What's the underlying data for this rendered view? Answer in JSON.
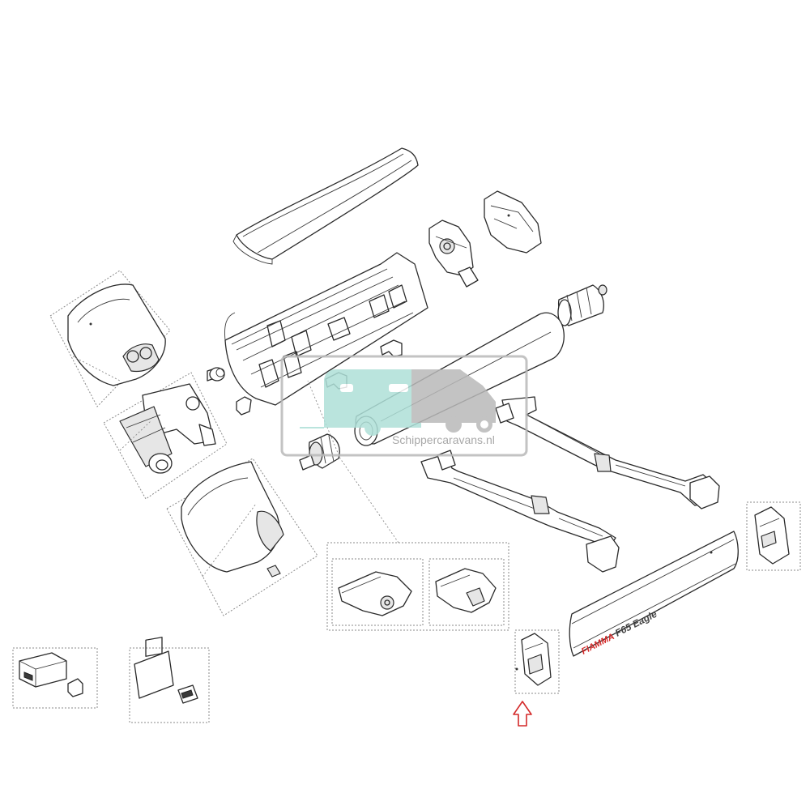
{
  "watermark": {
    "text": "Schippercaravans.nl"
  },
  "front_bar": {
    "brand": "FIAMMA",
    "model": "F65 Eagle",
    "brand_color": "#d42a2a"
  },
  "indicator": {
    "color": "#d42a2a",
    "icon": "arrow-up-icon"
  },
  "colors": {
    "line": "#2a2a2a",
    "box": "#8a8a8a",
    "watermark_teal": "#aee0d8",
    "watermark_grey": "#b9b9b9"
  }
}
